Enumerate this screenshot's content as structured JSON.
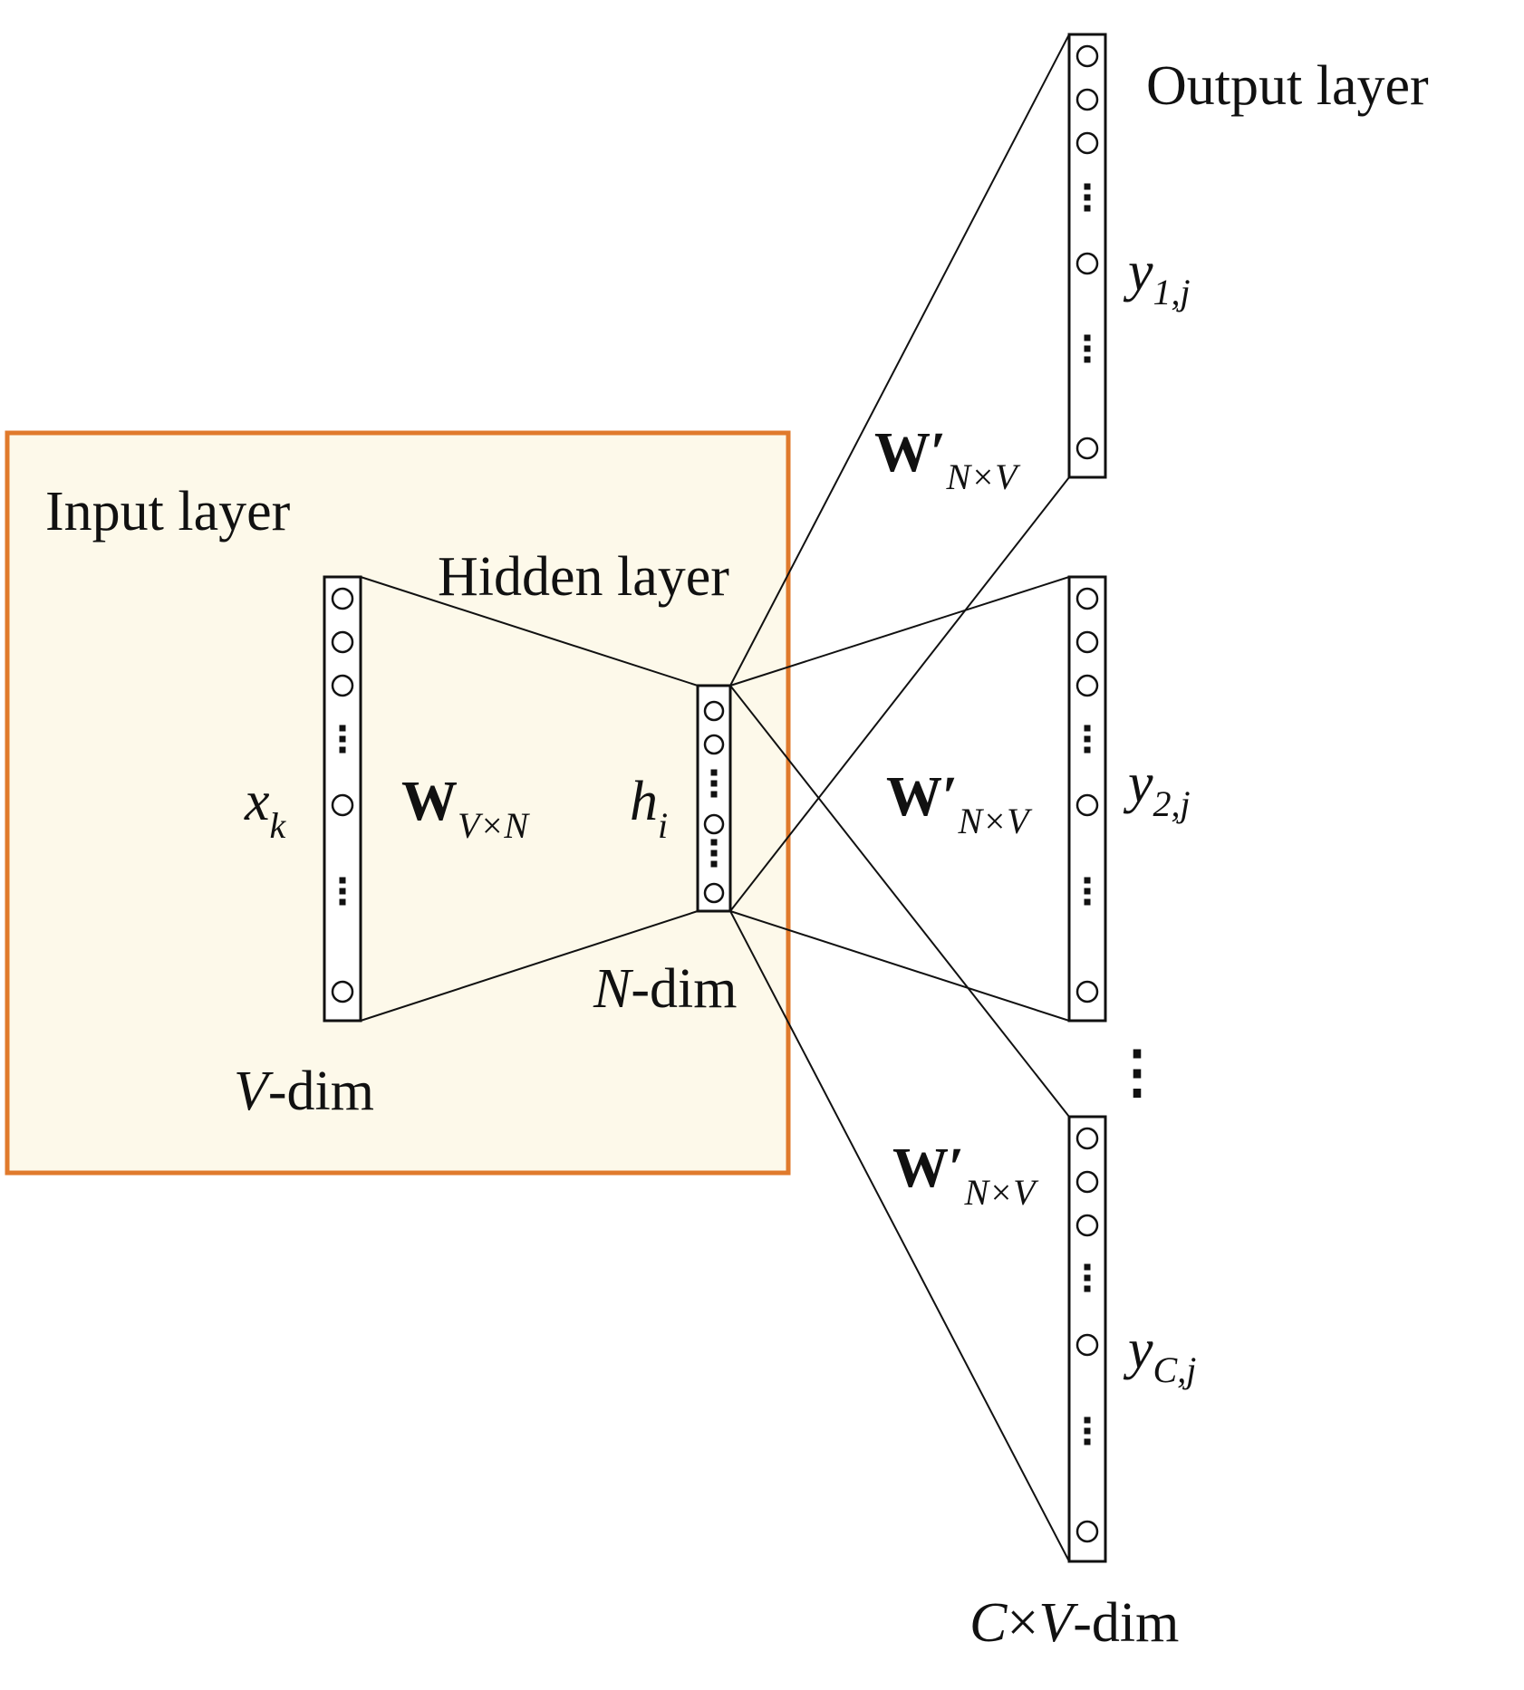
{
  "colors": {
    "input_box_fill": "#fdf9ea",
    "input_box_border": "#e07a2c",
    "ink": "#111111"
  },
  "labels": {
    "input_layer": "Input layer",
    "hidden_layer": "Hidden layer",
    "output_layer": "Output layer",
    "x": "x",
    "x_sub": "k",
    "h": "h",
    "h_sub": "i",
    "W": "W",
    "W_sub": "V×N",
    "W_prime": "W′",
    "W_prime_sub": "N×V",
    "y": "y",
    "y1_sub": "1,j",
    "y2_sub": "2,j",
    "yC_sub": "C,j",
    "v_dim_var": "V",
    "v_dim_rest": "-dim",
    "n_dim_var": "N",
    "n_dim_rest": "-dim",
    "cv_dim_C": "C",
    "cv_dim_times": "×",
    "cv_dim_V": "V",
    "cv_dim_rest": "-dim",
    "ellipsis": "⋮"
  },
  "icons": {
    "neuron": "circle-outline",
    "gap": "vertical-dots"
  }
}
